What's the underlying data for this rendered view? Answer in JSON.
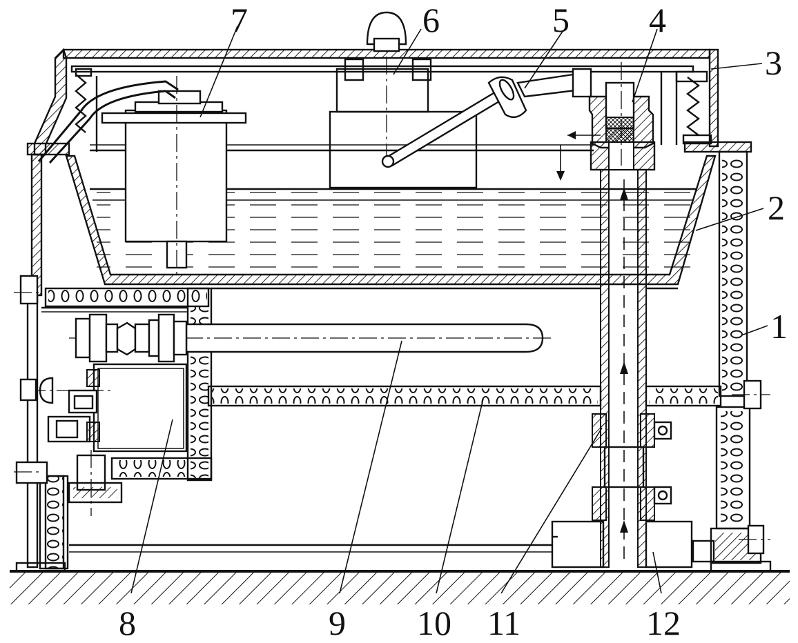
{
  "diagram": {
    "labels": {
      "l1": "1",
      "l2": "2",
      "l3": "3",
      "l4": "4",
      "l5": "5",
      "l6": "6",
      "l7": "7",
      "l8": "8",
      "l9": "9",
      "l10": "10",
      "l11": "11",
      "l12": "12"
    }
  }
}
